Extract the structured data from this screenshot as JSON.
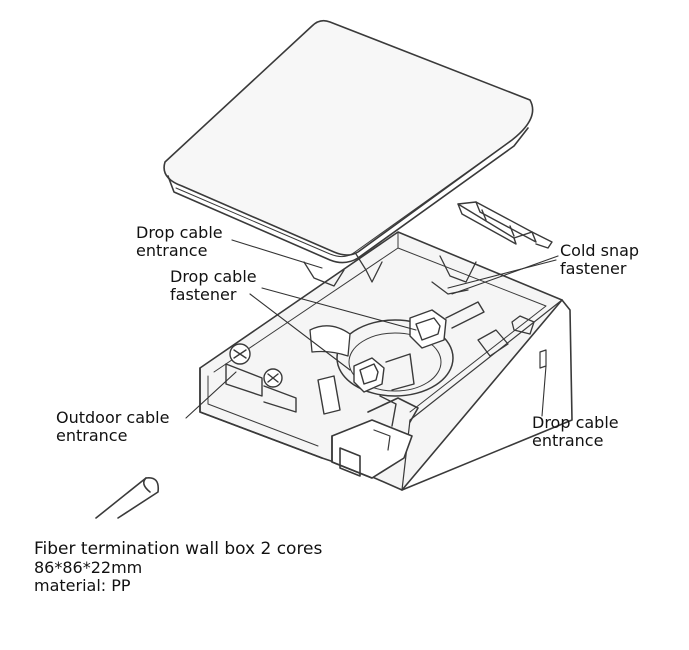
{
  "labels": {
    "drop_cable_entrance_top": {
      "line1": "Drop cable",
      "line2": "entrance"
    },
    "drop_cable_fastener": {
      "line1": "Drop cable",
      "line2": "fastener"
    },
    "cold_snap_fastener": {
      "line1": "Cold snap",
      "line2": "fastener"
    },
    "outdoor_cable_entrance": {
      "line1": "Outdoor cable",
      "line2": "entrance"
    },
    "drop_cable_entrance_right": {
      "line1": "Drop cable",
      "line2": "entrance"
    }
  },
  "spec": {
    "title": "Fiber termination wall box 2 cores",
    "size": "86*86*22mm",
    "material": "material: PP"
  }
}
